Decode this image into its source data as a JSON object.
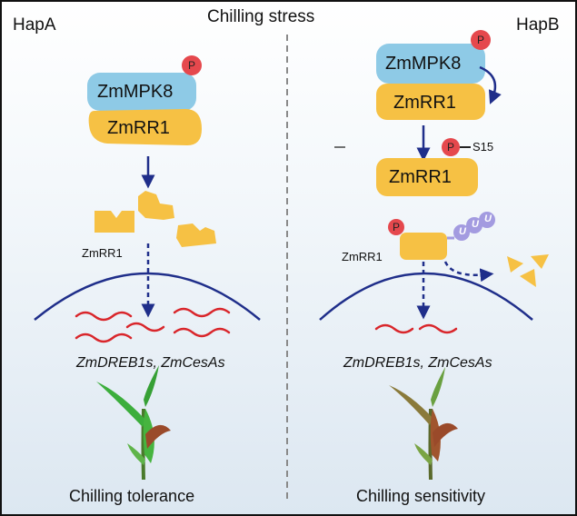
{
  "title": "Chilling stress",
  "left": {
    "label": "HapA",
    "kinase": "ZmMPK8",
    "regulator": "ZmRR1",
    "fragment_label": "ZmRR1",
    "genes": "ZmDREB1s, ZmCesAs",
    "outcome": "Chilling tolerance",
    "phospho": "P"
  },
  "right": {
    "label": "HapB",
    "kinase": "ZmMPK8",
    "regulator": "ZmRR1",
    "phospho_regulator": "ZmRR1",
    "site": "S15",
    "small_label": "ZmRR1",
    "genes": "ZmDREB1s, ZmCesAs",
    "outcome": "Chilling sensitivity",
    "phospho": "P",
    "ubiquitin": [
      "U",
      "U",
      "U"
    ]
  },
  "colors": {
    "background_top": "#ffffff",
    "background_bottom": "#dde8f2",
    "kinase": "#8ecae6",
    "regulator": "#f6c144",
    "phospho_badge": "#e5484d",
    "arrow": "#1f2e8a",
    "membrane": "#1f2e8a",
    "transcript": "#d9262b",
    "ubiquitin": "#a39be0",
    "divider": "#8a8a8a"
  }
}
